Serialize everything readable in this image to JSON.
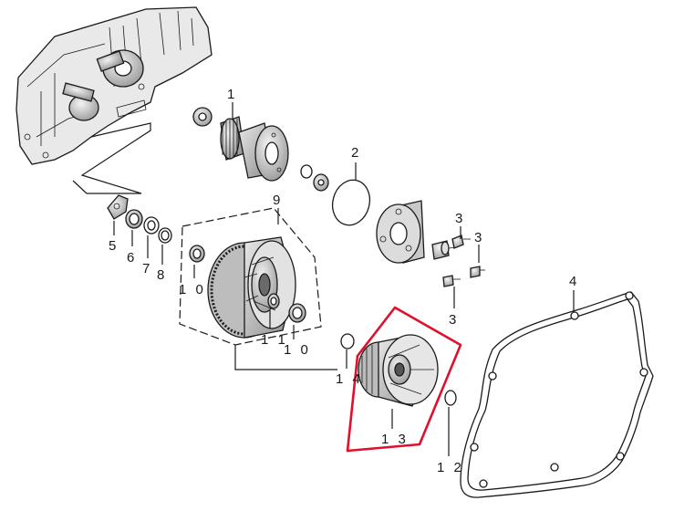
{
  "callouts": {
    "c1": "1",
    "c2": "2",
    "c3a": "3",
    "c3b": "3",
    "c3c": "3",
    "c4": "4",
    "c5": "5",
    "c6": "6",
    "c7": "7",
    "c8": "8",
    "c9": "9",
    "c10a": "1 0",
    "c10b": "1 0",
    "c11": "1 1",
    "c12": "1 2",
    "c13": "1 3",
    "c14": "1 4"
  },
  "colors": {
    "line": "#1a1a1a",
    "highlight": "#e0102c",
    "metal": "#d4d4d4",
    "metal_dark": "#9a9a9a"
  }
}
